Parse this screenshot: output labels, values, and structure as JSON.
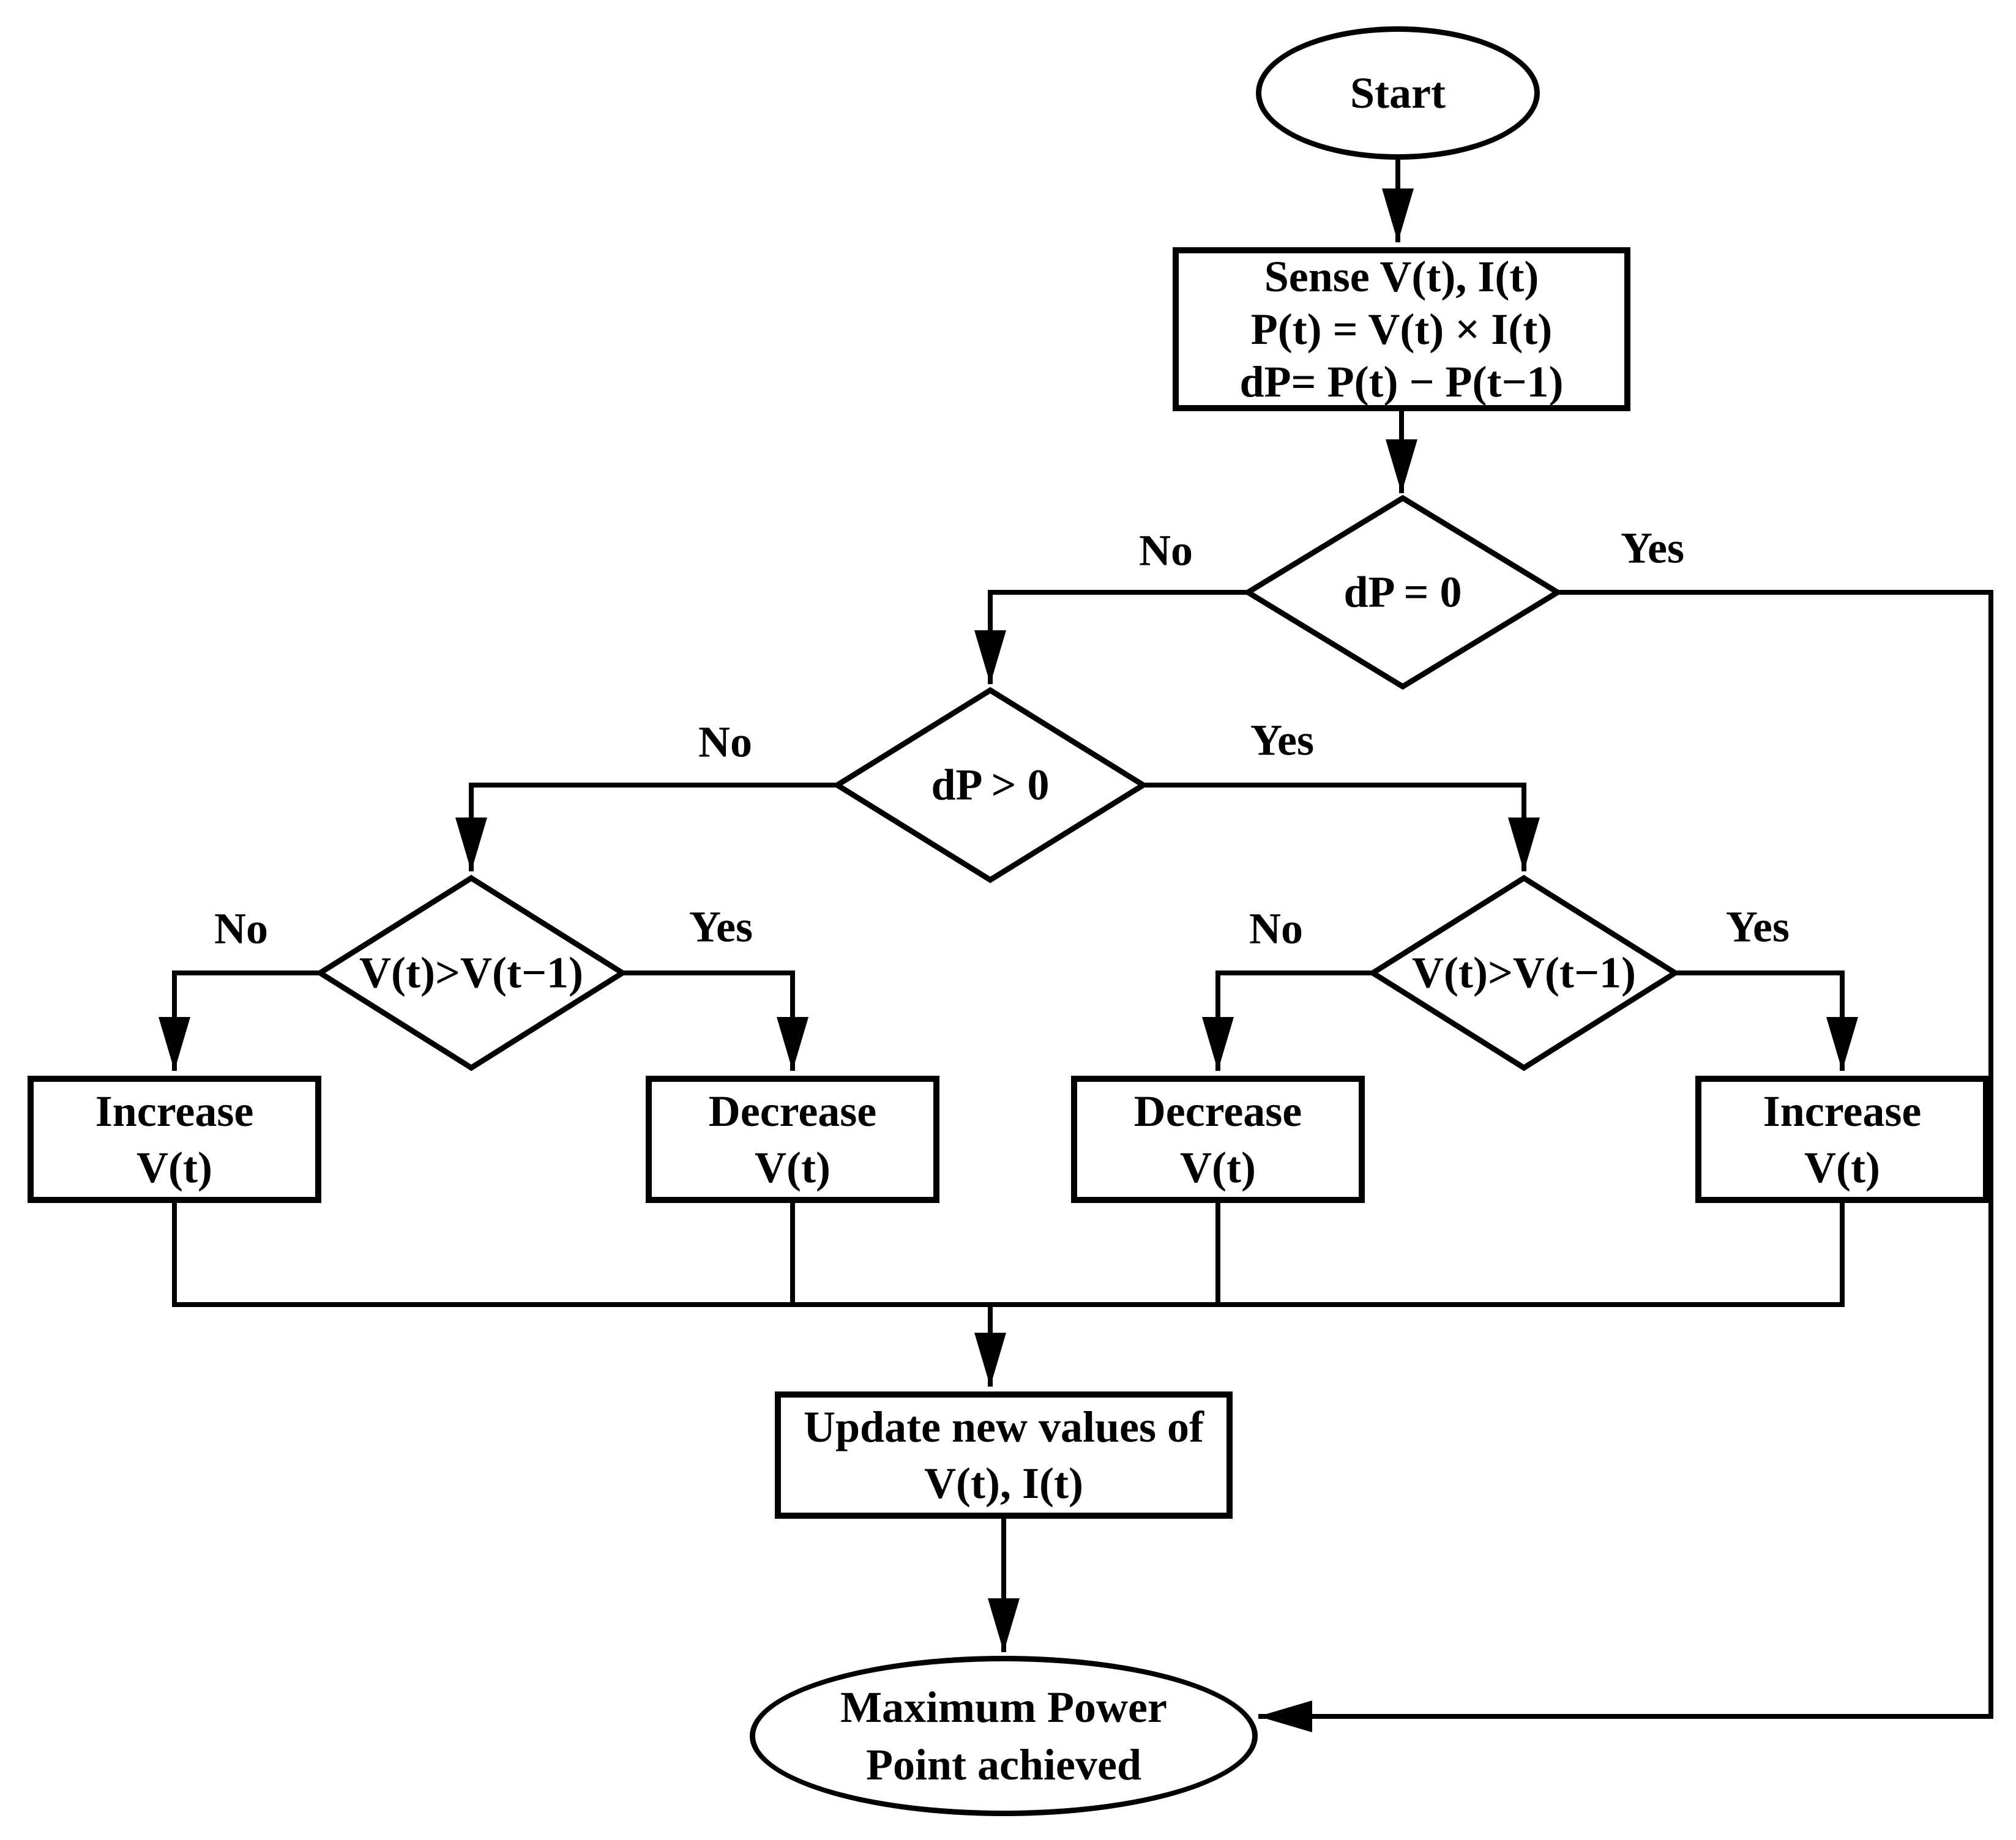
{
  "diagram": {
    "background_color": "#ffffff",
    "line_color": "#000000",
    "nodes": {
      "start": {
        "shape": "terminator",
        "label": "Start"
      },
      "sense": {
        "shape": "process",
        "line1": "Sense V(t), I(t)",
        "line2": "P(t) = V(t) × I(t)",
        "line3": "dP= P(t) − P(t−1)"
      },
      "dp_zero": {
        "shape": "decision",
        "label": "dP = 0"
      },
      "dp_positive": {
        "shape": "decision",
        "label": "dP > 0"
      },
      "v_compare_left": {
        "shape": "decision",
        "label": "V(t)>V(t−1)"
      },
      "v_compare_right": {
        "shape": "decision",
        "label": "V(t)>V(t−1)"
      },
      "increase_left": {
        "shape": "process",
        "line1": "Increase",
        "line2": "V(t)"
      },
      "decrease_left": {
        "shape": "process",
        "line1": "Decrease",
        "line2": "V(t)"
      },
      "decrease_right": {
        "shape": "process",
        "line1": "Decrease",
        "line2": "V(t)"
      },
      "increase_right": {
        "shape": "process",
        "line1": "Increase",
        "line2": "V(t)"
      },
      "update": {
        "shape": "process",
        "line1": "Update new values of",
        "line2": "V(t), I(t)"
      },
      "end": {
        "shape": "terminator",
        "line1": "Maximum Power",
        "line2": "Point achieved"
      }
    },
    "edges": [
      {
        "from": "start",
        "to": "sense",
        "label": ""
      },
      {
        "from": "sense",
        "to": "dp_zero",
        "label": ""
      },
      {
        "from": "dp_zero",
        "to": "dp_positive",
        "label": "No"
      },
      {
        "from": "dp_zero",
        "to": "end",
        "label": "Yes"
      },
      {
        "from": "dp_positive",
        "to": "v_compare_left",
        "label": "No"
      },
      {
        "from": "dp_positive",
        "to": "v_compare_right",
        "label": "Yes"
      },
      {
        "from": "v_compare_left",
        "to": "increase_left",
        "label": "No"
      },
      {
        "from": "v_compare_left",
        "to": "decrease_left",
        "label": "Yes"
      },
      {
        "from": "v_compare_right",
        "to": "decrease_right",
        "label": "No"
      },
      {
        "from": "v_compare_right",
        "to": "increase_right",
        "label": "Yes"
      },
      {
        "from": "increase_left",
        "to": "update",
        "label": ""
      },
      {
        "from": "decrease_left",
        "to": "update",
        "label": ""
      },
      {
        "from": "decrease_right",
        "to": "update",
        "label": ""
      },
      {
        "from": "increase_right",
        "to": "update",
        "label": ""
      },
      {
        "from": "update",
        "to": "end",
        "label": ""
      }
    ]
  }
}
